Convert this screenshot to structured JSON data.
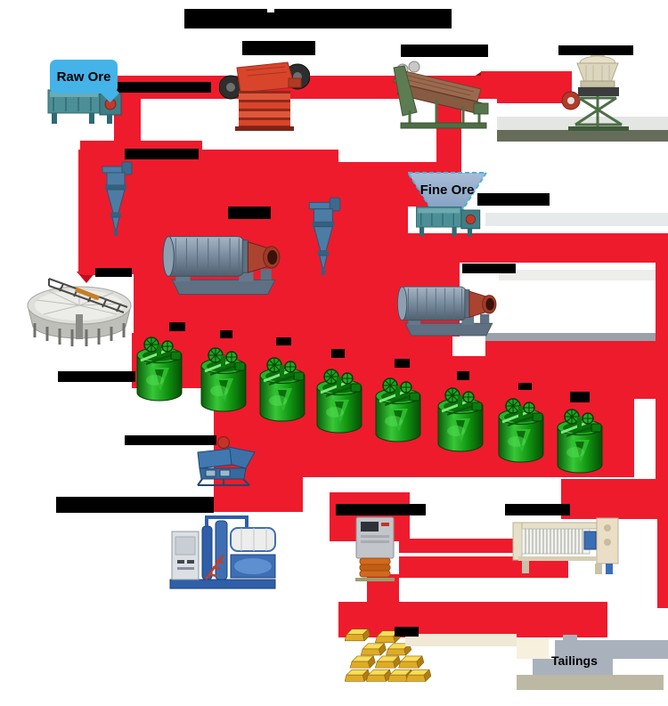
{
  "diagram": {
    "callouts": {
      "raw_ore": "Raw Ore",
      "fine_ore": "Fine Ore",
      "tailings": "Tailings"
    },
    "colors": {
      "arrow_red": "#EE1B2D",
      "raw_ore_bubble": "#44B3E8",
      "fine_ore_bin": "#8FA9C9",
      "flotation_green": "#1FA41F",
      "gold_ingot": "#E3B32A",
      "tailings_gray": "#A9B1BD",
      "redacted_label": "#000000"
    },
    "equipment_icons": [
      {
        "id": "vibrating-feeder-raw"
      },
      {
        "id": "jaw-crusher"
      },
      {
        "id": "vibrating-screen"
      },
      {
        "id": "cone-crusher"
      },
      {
        "id": "hydrocyclone-left"
      },
      {
        "id": "hydrocyclone-center"
      },
      {
        "id": "ball-mill-primary"
      },
      {
        "id": "ball-mill-secondary"
      },
      {
        "id": "fine-ore-bin"
      },
      {
        "id": "vibrating-feeder-fine"
      },
      {
        "id": "thickener"
      },
      {
        "id": "flotation-cell-bank-of-8"
      },
      {
        "id": "jig-machine"
      },
      {
        "id": "desorption-electrolysis-unit"
      },
      {
        "id": "smelting-furnace"
      },
      {
        "id": "filter-press"
      },
      {
        "id": "gold-ingots"
      }
    ]
  }
}
